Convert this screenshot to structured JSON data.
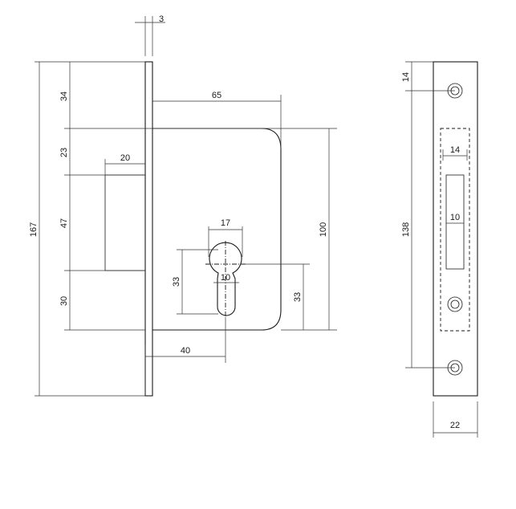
{
  "dimensions": {
    "faceplate_thickness": "3",
    "top_to_box": "34",
    "box_to_latch": "23",
    "latch_height": "47",
    "latch_to_bottom": "30",
    "total_height": "167",
    "latch_projection": "20",
    "backset_box": "65",
    "box_height": "100",
    "cylinder_width": "17",
    "cylinder_height": "33",
    "cylinder_slot": "10",
    "cylinder_to_bottom": "33",
    "backset_cylinder": "40",
    "strike_top_hole": "14",
    "strike_opening_width": "14",
    "strike_inner_width": "10",
    "strike_hole_spacing": "138",
    "strike_width": "22"
  }
}
